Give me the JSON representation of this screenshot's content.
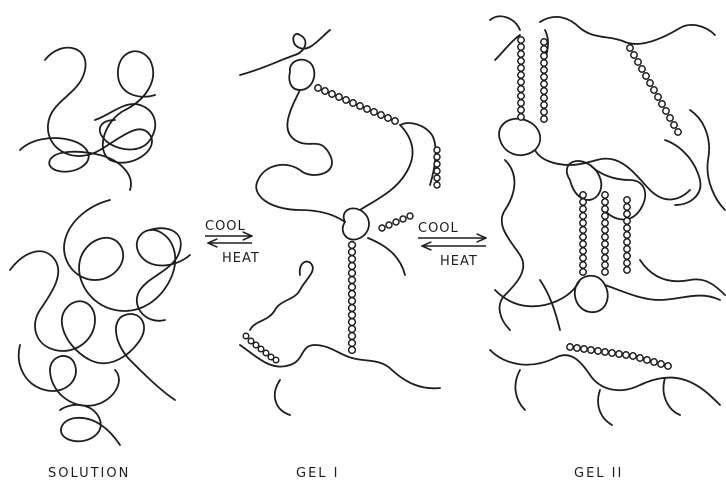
{
  "labels": {
    "solution": "SOLUTION",
    "gel1": "GEL I",
    "gel2": "GEL II"
  },
  "arrows": {
    "first": {
      "forward": "COOL",
      "backward": "HEAT"
    },
    "second": {
      "forward": "COOL",
      "backward": "HEAT"
    }
  },
  "colors": {
    "ink": "#1e1e1e",
    "background": "#ffffff"
  }
}
